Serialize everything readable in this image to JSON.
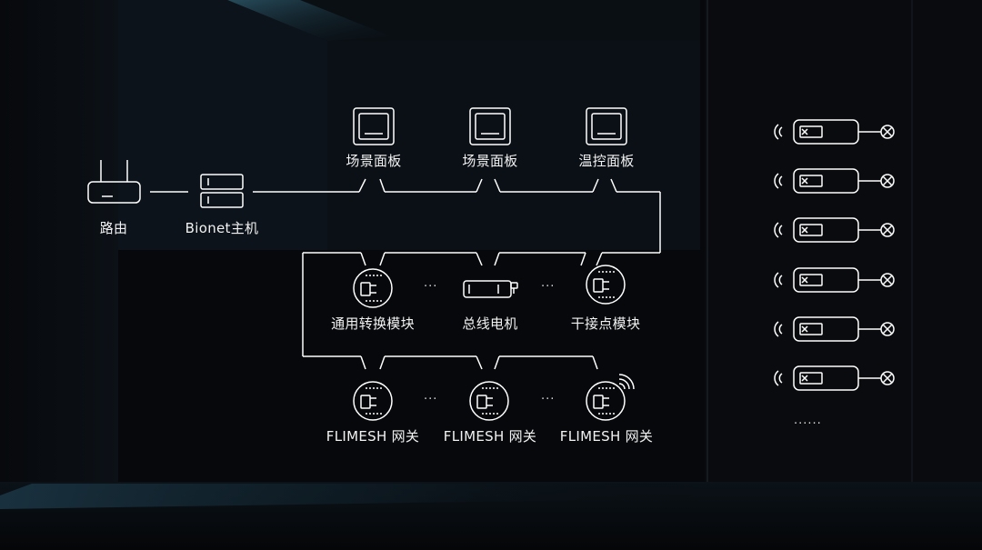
{
  "nodes": {
    "router": "路由",
    "host": "Bionet主机",
    "scene_panel_1": "场景面板",
    "scene_panel_2": "场景面板",
    "temp_panel": "温控面板",
    "universal_module": "通用转换模块",
    "bus_motor": "总线电机",
    "dry_contact_module": "干接点模块",
    "gateway_1": "FLIMESH 网关",
    "gateway_2": "FLIMESH 网关",
    "gateway_3": "FLIMESH 网关"
  },
  "ellipsis": {
    "row2_a": "···",
    "row2_b": "···",
    "row3_a": "···",
    "row3_b": "···",
    "devices_more": "......"
  },
  "colors": {
    "line": "#ffffff",
    "background": "#06080b",
    "accent_blue": "#2a5d72"
  },
  "icons": {
    "router": "router-icon",
    "host": "server-icon",
    "panel": "wall-panel-icon",
    "module": "module-icon",
    "motor": "bus-motor-icon",
    "wireless_device": "wireless-device-icon"
  }
}
